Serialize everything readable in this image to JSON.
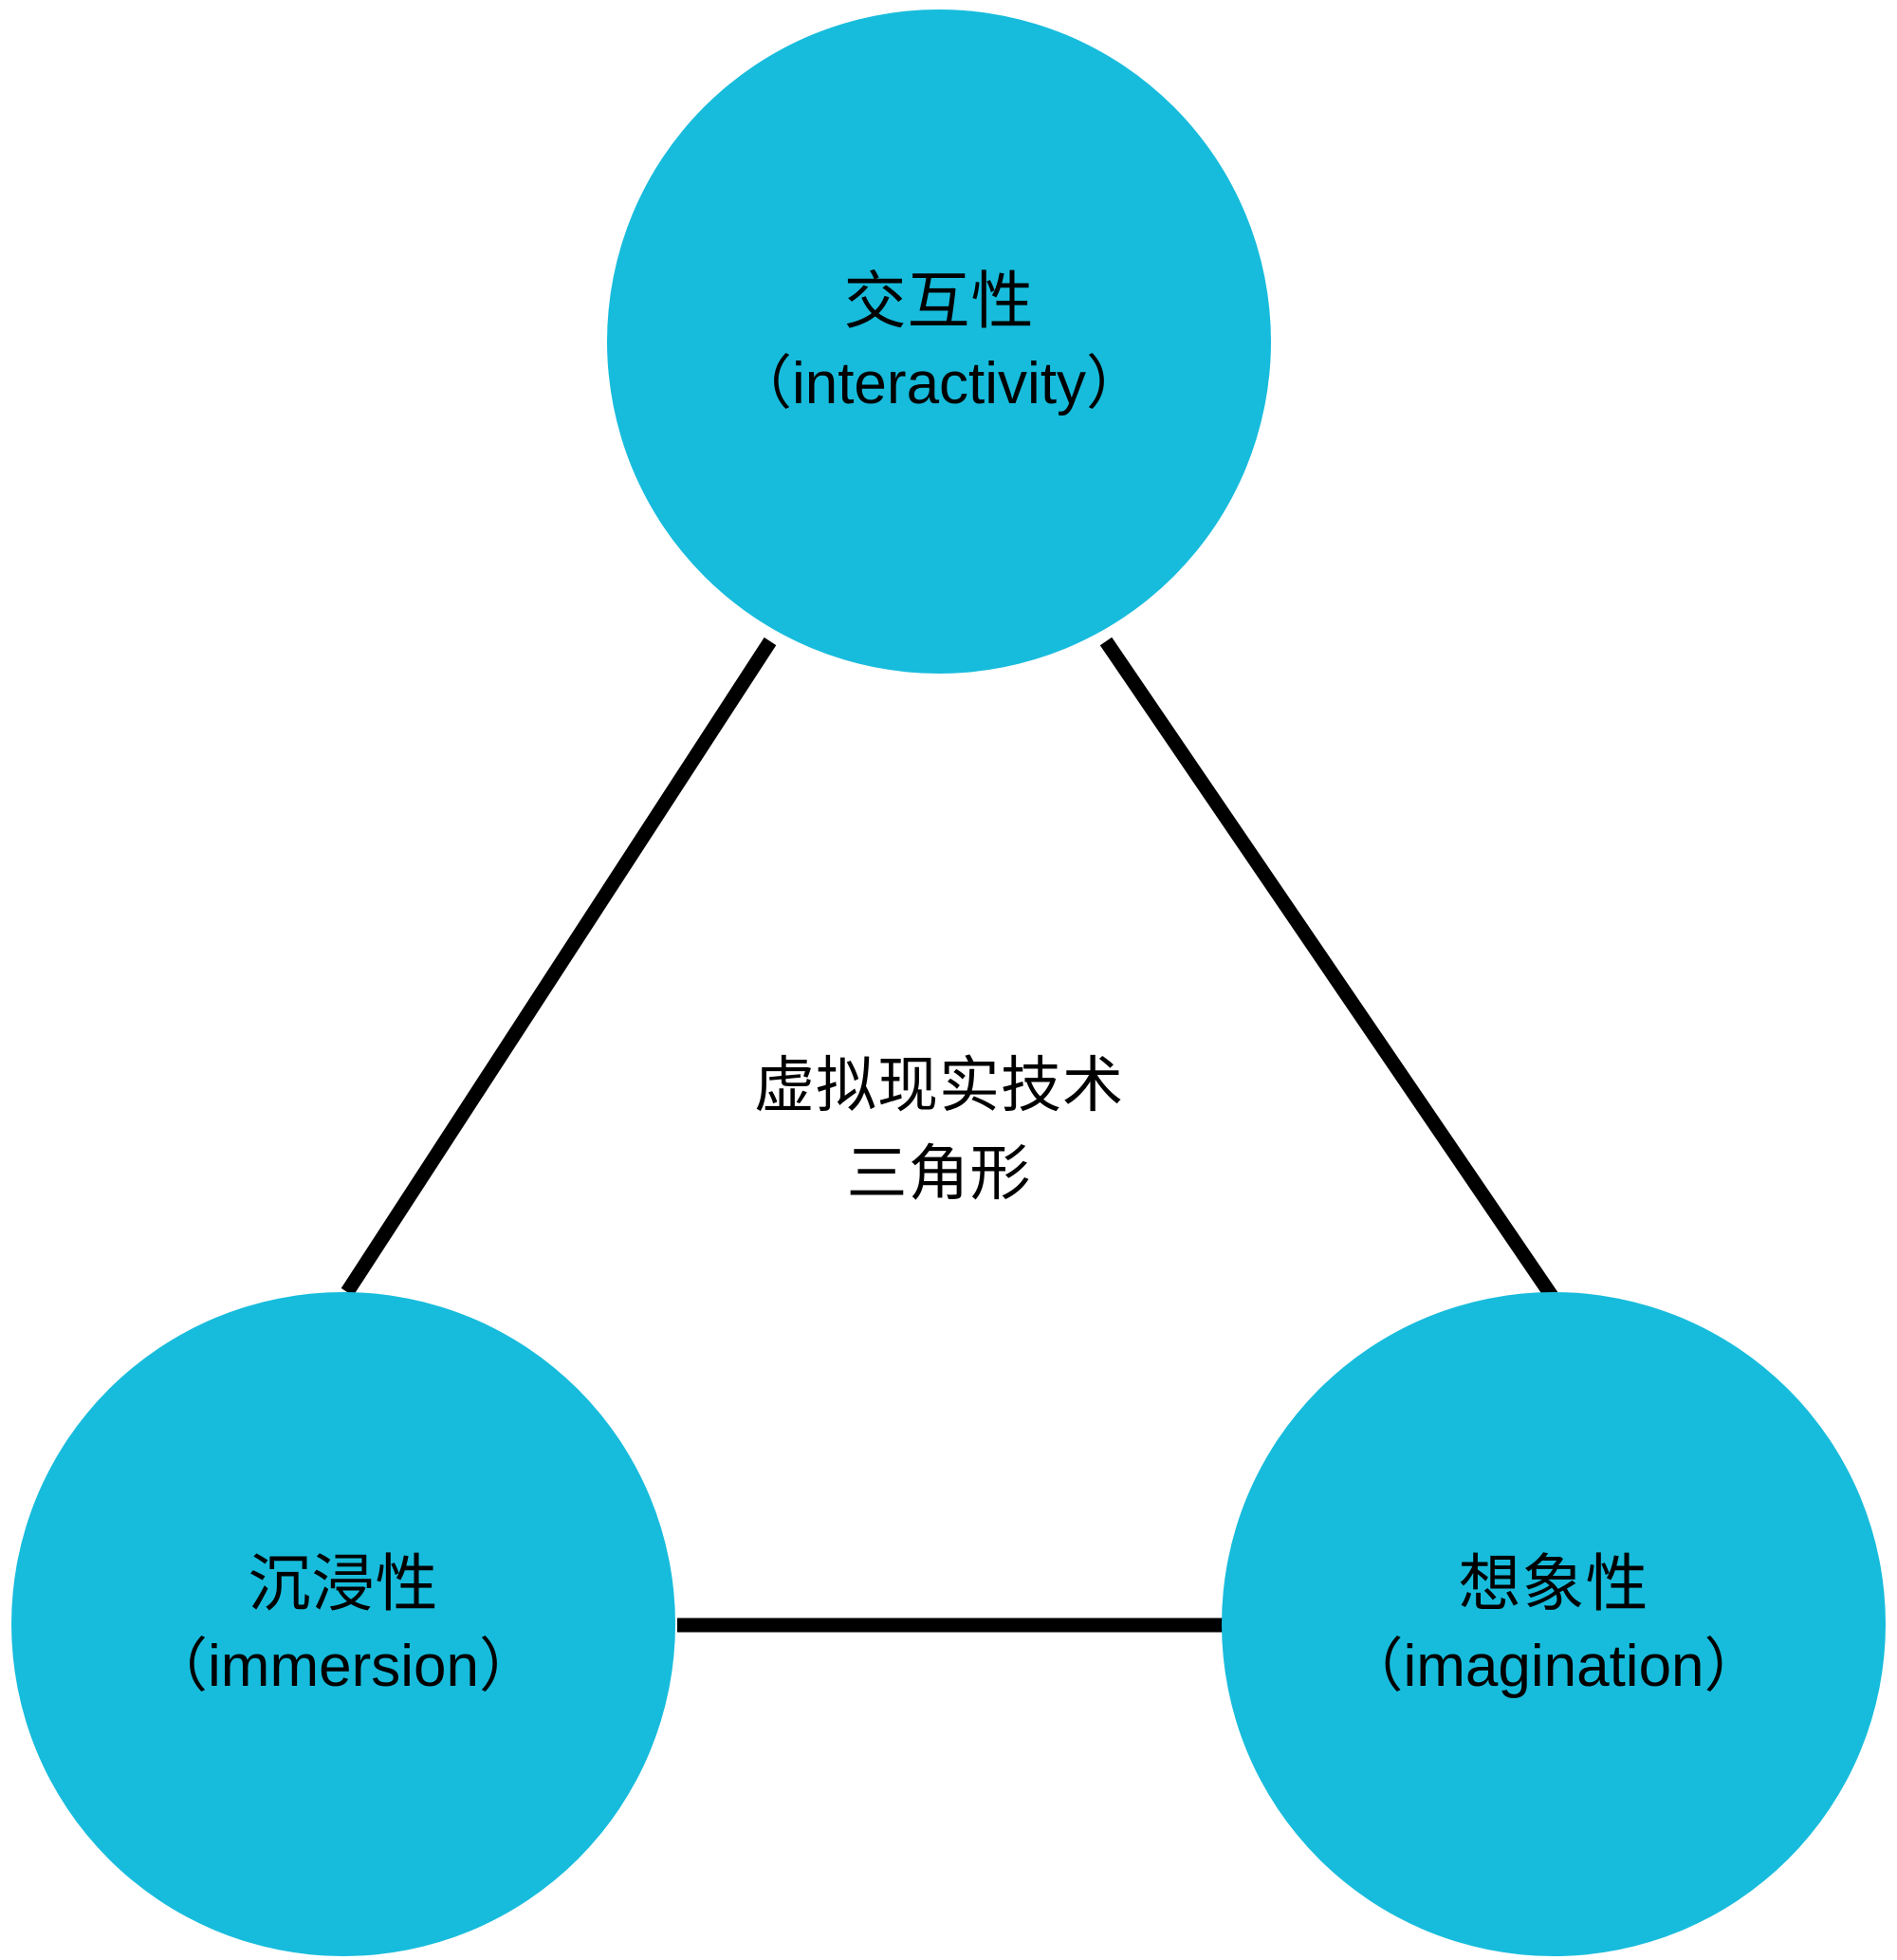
{
  "diagram": {
    "title_center": {
      "line1": "虚拟现实技术",
      "line2": "三角形"
    },
    "accent_color": "#17bcdc",
    "edge_color": "#000000",
    "background_color": "#ffffff",
    "nodes": [
      {
        "id": "interactivity",
        "label_cn": "交互性",
        "label_en": "（interactivity）",
        "position": "top"
      },
      {
        "id": "immersion",
        "label_cn": "沉浸性",
        "label_en": "（immersion）",
        "position": "bottom-left"
      },
      {
        "id": "imagination",
        "label_cn": "想象性",
        "label_en": "（imagination）",
        "position": "bottom-right"
      }
    ],
    "edges": [
      {
        "id": "edge-interactivity-immersion",
        "from": "interactivity",
        "to": "immersion"
      },
      {
        "id": "edge-interactivity-imagination",
        "from": "interactivity",
        "to": "imagination"
      },
      {
        "id": "edge-immersion-imagination",
        "from": "immersion",
        "to": "imagination"
      }
    ]
  },
  "chart_data": {
    "type": "diagram",
    "title": "虚拟现实技术三角形",
    "categories": [
      "交互性（interactivity）",
      "沉浸性（immersion）",
      "想象性（imagination）"
    ],
    "layout": "triangle",
    "legend": "none",
    "grid": false
  }
}
